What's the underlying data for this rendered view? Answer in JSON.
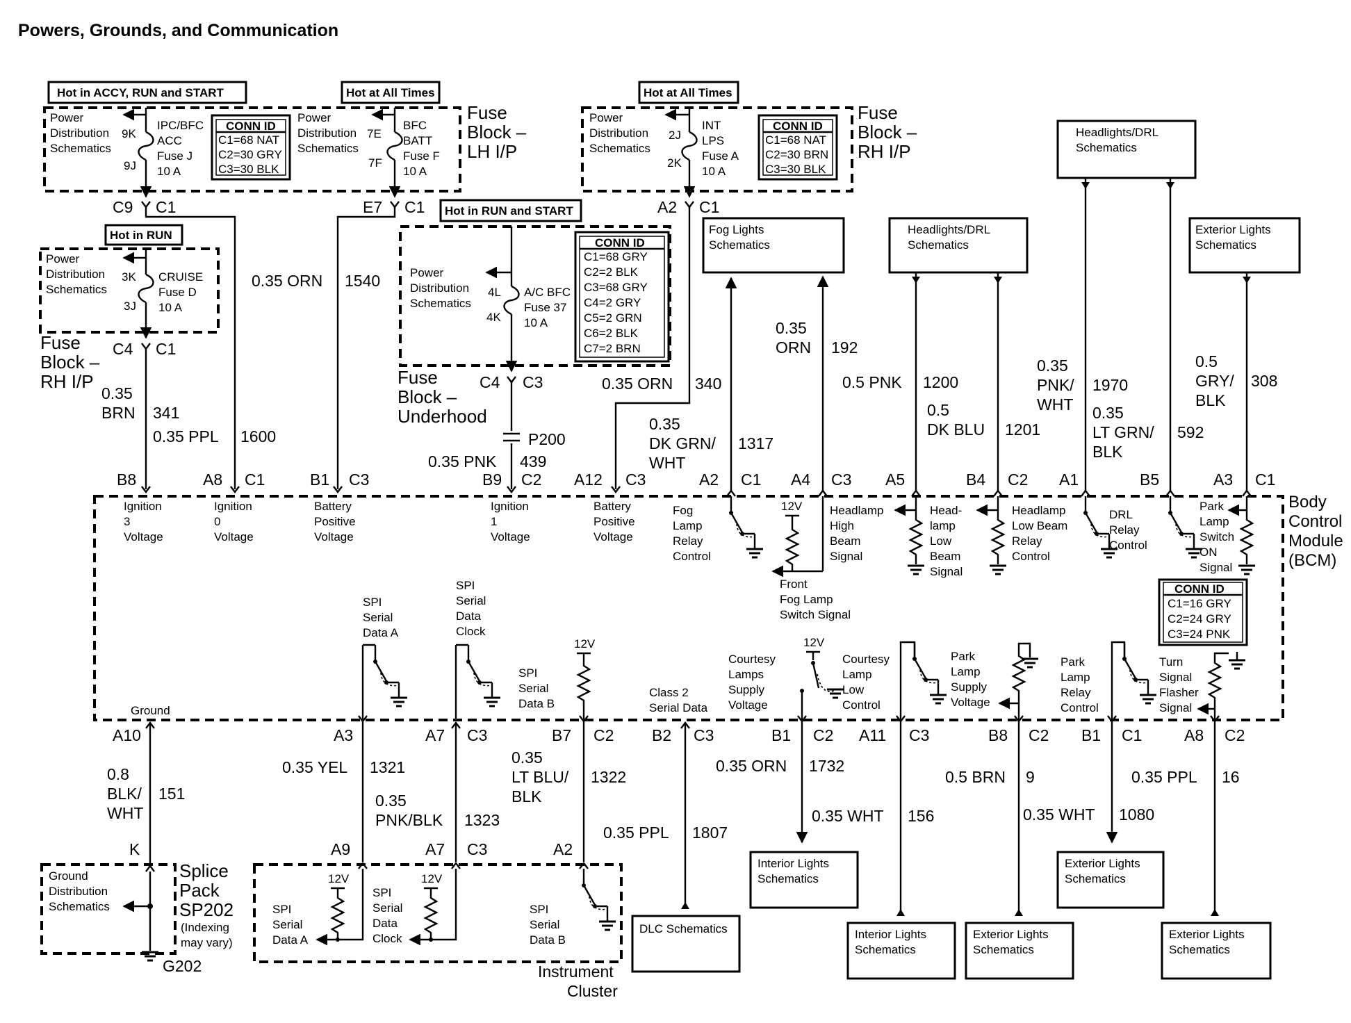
{
  "title": "Powers, Grounds, and Communication",
  "hot_labels": {
    "accy_run_start": "Hot in ACCY, RUN and START",
    "all_times_1": "Hot at All Times",
    "all_times_2": "Hot at All Times",
    "run": "Hot in RUN",
    "run_start": "Hot in RUN and START"
  },
  "fuse_block_lh": {
    "name": [
      "Fuse",
      "Block –",
      "LH I/P"
    ],
    "power_dist": [
      "Power",
      "Distribution",
      "Schematics"
    ],
    "fuse_j": {
      "pin_in": "9K",
      "pin_out": "9J",
      "label": [
        "IPC/BFC",
        "ACC",
        "Fuse J",
        "10 A"
      ]
    },
    "fuse_f": {
      "pin_in": "7E",
      "pin_out": "7F",
      "label": [
        "BFC",
        "BATT",
        "Fuse F",
        "10 A"
      ],
      "power_dist": [
        "Power",
        "Distribution",
        "Schematics"
      ]
    },
    "conn_id": {
      "header": "CONN ID",
      "rows": [
        "C1=68 NAT",
        "C2=30 GRY",
        "C3=30 BLK"
      ]
    }
  },
  "fuse_block_rh": {
    "name": [
      "Fuse",
      "Block –",
      "RH I/P"
    ],
    "power_dist": [
      "Power",
      "Distribution",
      "Schematics"
    ],
    "fuse_a": {
      "pin_in": "2J",
      "pin_out": "2K",
      "label": [
        "INT",
        "LPS",
        "Fuse A",
        "10 A"
      ]
    },
    "conn_id": {
      "header": "CONN ID",
      "rows": [
        "C1=68 NAT",
        "C2=30 BRN",
        "C3=30 BLK"
      ]
    }
  },
  "fuse_block_rh_cruise": {
    "name": [
      "Fuse",
      "Block –",
      "RH I/P"
    ],
    "power_dist": [
      "Power",
      "Distribution",
      "Schematics"
    ],
    "fuse_d": {
      "pin_in": "3K",
      "pin_out": "3J",
      "label": [
        "CRUISE",
        "Fuse D",
        "10 A"
      ]
    }
  },
  "fuse_block_underhood": {
    "name": [
      "Fuse",
      "Block –",
      "Underhood"
    ],
    "power_dist": [
      "Power",
      "Distribution",
      "Schematics"
    ],
    "fuse_37": {
      "pin_in": "4L",
      "pin_out": "4K",
      "label": [
        "A/C BFC",
        "Fuse 37",
        "10 A"
      ]
    },
    "conn_id": {
      "header": "CONN ID",
      "rows": [
        "C1=68 GRY",
        "C2=2 BLK",
        "C3=68 GRY",
        "C4=2 GRY",
        "C5=2 GRN",
        "C6=2 BLK",
        "C7=2 BRN"
      ]
    }
  },
  "schematic_refs": {
    "fog_lights": [
      "Fog Lights",
      "Schematics"
    ],
    "headlights_drl_1": [
      "Headlights/DRL",
      "Schematics"
    ],
    "headlights_drl_2": [
      "Headlights/DRL",
      "Schematics"
    ],
    "exterior_lights_top": [
      "Exterior Lights",
      "Schematics"
    ],
    "interior_lights_1": [
      "Interior Lights",
      "Schematics"
    ],
    "interior_lights_2": [
      "Interior Lights",
      "Schematics"
    ],
    "exterior_lights_1": [
      "Exterior Lights",
      "Schematics"
    ],
    "exterior_lights_2": [
      "Exterior Lights",
      "Schematics"
    ],
    "exterior_lights_3": [
      "Exterior Lights",
      "Schematics"
    ],
    "dlc": "DLC Schematics",
    "ground_dist": [
      "Ground",
      "Distribution",
      "Schematics"
    ]
  },
  "connectors": {
    "c9_c1": [
      "C9",
      "C1"
    ],
    "e7_c1": [
      "E7",
      "C1"
    ],
    "a2_c1_top": [
      "A2",
      "C1"
    ],
    "c4_c1": [
      "C4",
      "C1"
    ],
    "c4_c3": [
      "C4",
      "C3"
    ],
    "p200": "P200"
  },
  "wires_top": {
    "w1540": [
      "0.35 ORN",
      "1540"
    ],
    "w341": [
      "0.35",
      "BRN",
      "341"
    ],
    "w1600": [
      "0.35 PPL",
      "1600"
    ],
    "w439": [
      "0.35 PNK",
      "439"
    ],
    "w340": [
      "0.35 ORN",
      "340"
    ],
    "w1317": [
      "0.35",
      "DK GRN/",
      "WHT",
      "1317"
    ],
    "w192": [
      "0.35",
      "ORN",
      "192"
    ],
    "w1200": [
      "0.5 PNK",
      "1200"
    ],
    "w1201": [
      "0.5",
      "DK BLU",
      "1201"
    ],
    "w1970": [
      "0.35",
      "PNK/",
      "WHT",
      "1970"
    ],
    "w592": [
      "0.35",
      "LT GRN/",
      "BLK",
      "592"
    ],
    "w308": [
      "0.5",
      "GRY/",
      "BLK",
      "308"
    ]
  },
  "bcm": {
    "name": [
      "Body",
      "Control",
      "Module",
      "(BCM)"
    ],
    "top_pins": [
      [
        "B8",
        ""
      ],
      [
        "A8",
        "C1"
      ],
      [
        "B1",
        "C3"
      ],
      [
        "B9",
        "C2"
      ],
      [
        "A12",
        "C3"
      ],
      [
        "A2",
        "C1"
      ],
      [
        "A4",
        "C3"
      ],
      [
        "A5",
        ""
      ],
      [
        "B4",
        "C2"
      ],
      [
        "A1",
        ""
      ],
      [
        "B5",
        ""
      ],
      [
        "A3",
        "C1"
      ]
    ],
    "top_labels": {
      "ign3": [
        "Ignition",
        "3",
        "Voltage"
      ],
      "ign0": [
        "Ignition",
        "0",
        "Voltage"
      ],
      "batt1": [
        "Battery",
        "Positive",
        "Voltage"
      ],
      "ign1": [
        "Ignition",
        "1",
        "Voltage"
      ],
      "batt2": [
        "Battery",
        "Positive",
        "Voltage"
      ],
      "fog_relay": [
        "Fog",
        "Lamp",
        "Relay",
        "Control"
      ],
      "fog_switch": [
        "Front",
        "Fog Lamp",
        "Switch Signal"
      ],
      "hh_beam": [
        "Headlamp",
        "High",
        "Beam",
        "Signal"
      ],
      "hl_beam": [
        "Head-",
        "lamp",
        "Low",
        "Beam",
        "Signal"
      ],
      "lb_relay": [
        "Headlamp",
        "Low Beam",
        "Relay",
        "Control"
      ],
      "drl_relay": [
        "DRL",
        "Relay",
        "Control"
      ],
      "park_switch": [
        "Park",
        "Lamp",
        "Switch",
        "ON",
        "Signal"
      ],
      "v12": "12V"
    },
    "conn_id": {
      "header": "CONN ID",
      "rows": [
        "C1=16 GRY",
        "C2=24 GRY",
        "C3=24 PNK"
      ]
    },
    "bottom_labels": {
      "ground": "Ground",
      "spi_a": [
        "SPI",
        "Serial",
        "Data A"
      ],
      "spi_clk": [
        "SPI",
        "Serial",
        "Data",
        "Clock"
      ],
      "spi_b": [
        "SPI",
        "Serial",
        "Data B"
      ],
      "class2": [
        "Class 2",
        "Serial Data"
      ],
      "courtesy_supply": [
        "Courtesy",
        "Lamps",
        "Supply",
        "Voltage"
      ],
      "courtesy_low": [
        "Courtesy",
        "Lamp",
        "Low",
        "Control"
      ],
      "park_supply": [
        "Park",
        "Lamp",
        "Supply",
        "Voltage"
      ],
      "park_relay": [
        "Park",
        "Lamp",
        "Relay",
        "Control"
      ],
      "turn_flasher": [
        "Turn",
        "Signal",
        "Flasher",
        "Signal"
      ],
      "v12": "12V"
    },
    "bottom_pins": [
      [
        "A10",
        ""
      ],
      [
        "A3",
        ""
      ],
      [
        "A7",
        "C3"
      ],
      [
        "B7",
        "C2"
      ],
      [
        "B2",
        "C3"
      ],
      [
        "B1",
        "C2"
      ],
      [
        "A11",
        "C3"
      ],
      [
        "B8",
        "C2"
      ],
      [
        "B1",
        "C1"
      ],
      [
        "A8",
        "C2"
      ]
    ]
  },
  "wires_bottom": {
    "w151": [
      "0.8",
      "BLK/",
      "WHT",
      "151"
    ],
    "w1321": [
      "0.35 YEL",
      "1321"
    ],
    "w1323": [
      "0.35",
      "PNK/BLK",
      "1323"
    ],
    "w1322": [
      "0.35",
      "LT BLU/",
      "BLK",
      "1322"
    ],
    "w1807": [
      "0.35 PPL",
      "1807"
    ],
    "w1732": [
      "0.35 ORN",
      "1732"
    ],
    "w156": [
      "0.35 WHT",
      "156"
    ],
    "w9": [
      "0.5 BRN",
      "9"
    ],
    "w1080": [
      "0.35 WHT",
      "1080"
    ],
    "w16": [
      "0.35 PPL",
      "16"
    ]
  },
  "splice_pack": {
    "pin": "K",
    "name": [
      "Splice",
      "Pack",
      "SP202",
      "(Indexing",
      "may vary)"
    ],
    "ground": "G202"
  },
  "instrument_cluster": {
    "name": [
      "Instrument",
      "Cluster"
    ],
    "pins": [
      "A9",
      "A7",
      "C3",
      "A2"
    ],
    "v12": "12V",
    "spi_a": [
      "SPI",
      "Serial",
      "Data A"
    ],
    "spi_clk": [
      "SPI",
      "Serial",
      "Data",
      "Clock"
    ],
    "spi_b": [
      "SPI",
      "Serial",
      "Data B"
    ]
  }
}
